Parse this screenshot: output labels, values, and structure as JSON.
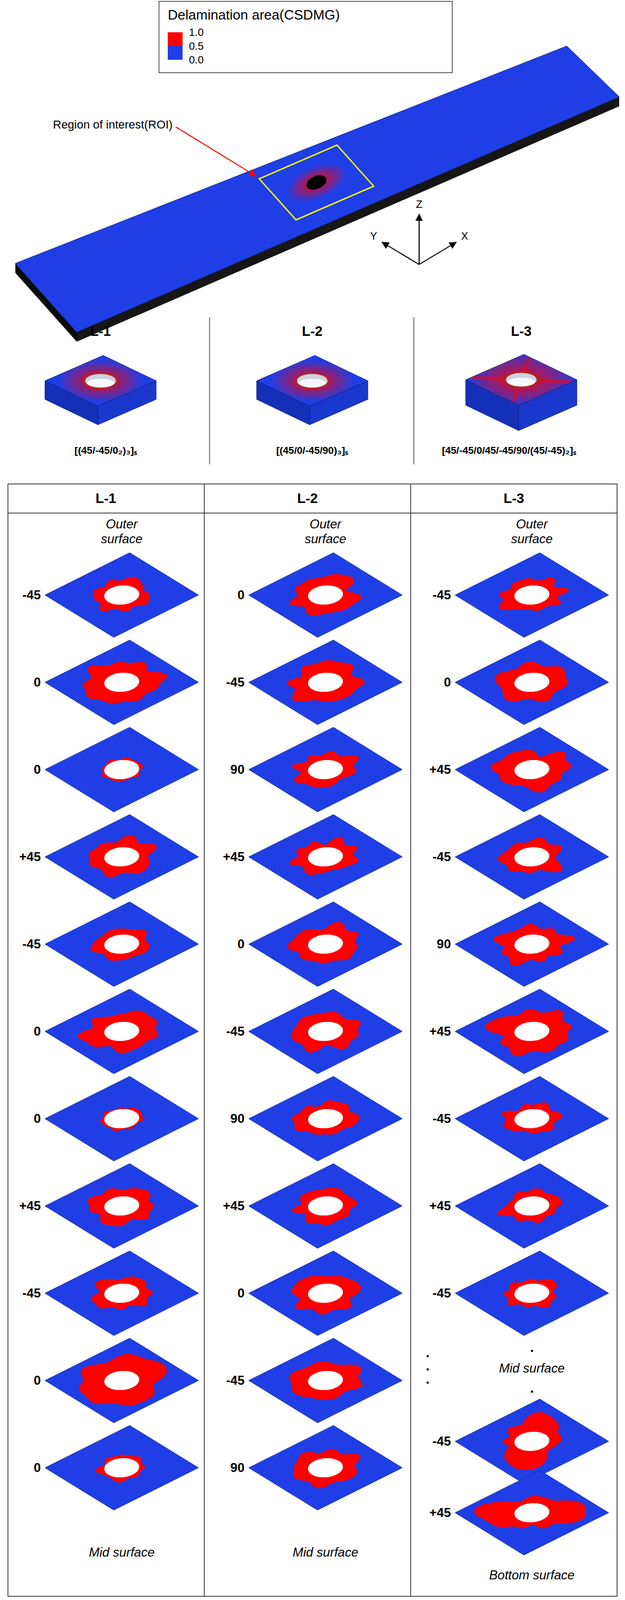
{
  "diagram": {
    "nodes": [
      {
        "text": [
          "Delamination area(CSDMG)"
        ]
      }
    ],
    "labels": [
      "Region of interest(ROI)",
      "Z",
      "Y",
      "X",
      "L-1",
      "[(45/-45/0₂)₃]ₛ",
      "L-2",
      "[(45/0/-45/90)₃]ₛ",
      "L-3",
      "[45/-45/0/45/-45/90/(45/-45)₂]ₛ",
      "L-1",
      "L-2",
      "L-3",
      "Outer surface",
      "-45",
      "0",
      "0",
      "+45",
      "-45",
      "0",
      "0",
      "+45",
      "-45",
      "0",
      "0",
      "Mid surface",
      "Outer surface",
      "0",
      "-45",
      "90",
      "+45",
      "0",
      "-45",
      "90",
      "+45",
      "0",
      "-45",
      "90",
      "Mid surface",
      "Outer surface",
      "-45",
      "0",
      "+45",
      "-45",
      "90",
      "+45",
      "-45",
      "+45",
      "-45",
      ".",
      ".",
      ".",
      ".",
      "Mid surface",
      ".",
      "-45",
      "+45",
      "Bottom surface"
    ],
    "legend": [
      {
        "text": "1.0",
        "color": "#ff0000"
      },
      {
        "text": "0.5"
      },
      {
        "text": "0.0",
        "color": "#1f3ee6"
      }
    ]
  }
}
